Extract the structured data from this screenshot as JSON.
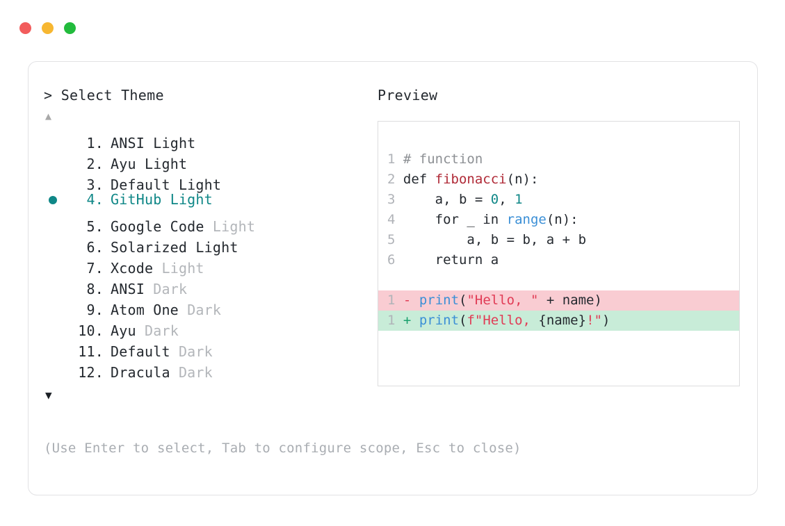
{
  "window": {
    "traffic_lights": [
      {
        "name": "close-dot",
        "color": "#f25c5c"
      },
      {
        "name": "minimize-dot",
        "color": "#f7b731"
      },
      {
        "name": "maximize-dot",
        "color": "#22bb3c"
      }
    ]
  },
  "colors": {
    "accent_teal": "#0f8787",
    "text": "#24292f",
    "muted": "#b3b6ba",
    "hint": "#a9adb2",
    "border": "#e2e2e4",
    "preview_border": "#dcdcde",
    "diff_del_bg": "#f9ccd2",
    "diff_add_bg": "#c8ecd8"
  },
  "left": {
    "prompt_symbol": ">",
    "prompt_label": "Select Theme",
    "scroll_up_icon": "▲",
    "scroll_down_icon": "▼",
    "selected_index": 4,
    "selected_bullet_icon": "●",
    "themes": [
      {
        "num": "1.",
        "name": "ANSI",
        "variant": "Light",
        "variant_muted": false,
        "selected": false
      },
      {
        "num": "2.",
        "name": "Ayu",
        "variant": "Light",
        "variant_muted": false,
        "selected": false
      },
      {
        "num": "3.",
        "name": "Default",
        "variant": "Light",
        "variant_muted": false,
        "selected": false
      },
      {
        "num": "4.",
        "name": "GitHub",
        "variant": "Light",
        "variant_muted": false,
        "selected": true
      },
      {
        "num": "5.",
        "name": "Google Code",
        "variant": "Light",
        "variant_muted": true,
        "selected": false
      },
      {
        "num": "6.",
        "name": "Solarized",
        "variant": "Light",
        "variant_muted": false,
        "selected": false
      },
      {
        "num": "7.",
        "name": "Xcode",
        "variant": "Light",
        "variant_muted": true,
        "selected": false
      },
      {
        "num": "8.",
        "name": "ANSI",
        "variant": "Dark",
        "variant_muted": true,
        "selected": false
      },
      {
        "num": "9.",
        "name": "Atom One",
        "variant": "Dark",
        "variant_muted": true,
        "selected": false
      },
      {
        "num": "10.",
        "name": "Ayu",
        "variant": "Dark",
        "variant_muted": true,
        "selected": false
      },
      {
        "num": "11.",
        "name": "Default",
        "variant": "Dark",
        "variant_muted": true,
        "selected": false
      },
      {
        "num": "12.",
        "name": "Dracula",
        "variant": "Dark",
        "variant_muted": true,
        "selected": false
      }
    ],
    "hint": "(Use Enter to select, Tab to configure scope, Esc to close)"
  },
  "right": {
    "preview_title": "Preview",
    "code_lines": [
      {
        "ln": "1",
        "tokens": [
          {
            "t": "# function",
            "c": "comment"
          }
        ]
      },
      {
        "ln": "2",
        "tokens": [
          {
            "t": "def ",
            "c": "kw"
          },
          {
            "t": "fibonacci",
            "c": "fn"
          },
          {
            "t": "(n):",
            "c": "plain"
          }
        ]
      },
      {
        "ln": "3",
        "tokens": [
          {
            "t": "    a, b = ",
            "c": "plain"
          },
          {
            "t": "0",
            "c": "num"
          },
          {
            "t": ", ",
            "c": "plain"
          },
          {
            "t": "1",
            "c": "num"
          }
        ]
      },
      {
        "ln": "4",
        "tokens": [
          {
            "t": "    for _ in ",
            "c": "plain"
          },
          {
            "t": "range",
            "c": "builtin"
          },
          {
            "t": "(n):",
            "c": "plain"
          }
        ]
      },
      {
        "ln": "5",
        "tokens": [
          {
            "t": "        a, b = b, a + b",
            "c": "plain"
          }
        ]
      },
      {
        "ln": "6",
        "tokens": [
          {
            "t": "    return a",
            "c": "plain"
          }
        ]
      }
    ],
    "diff_lines": [
      {
        "ln": "1",
        "marker": "-",
        "kind": "del",
        "tokens": [
          {
            "t": "print",
            "c": "call"
          },
          {
            "t": "(",
            "c": "brace"
          },
          {
            "t": "\"Hello, \"",
            "c": "str"
          },
          {
            "t": " + name)",
            "c": "plain"
          }
        ]
      },
      {
        "ln": "1",
        "marker": "+",
        "kind": "add",
        "tokens": [
          {
            "t": "print",
            "c": "call"
          },
          {
            "t": "(",
            "c": "brace"
          },
          {
            "t": "f\"Hello, ",
            "c": "str"
          },
          {
            "t": "{name}",
            "c": "plain"
          },
          {
            "t": "!\"",
            "c": "str"
          },
          {
            "t": ")",
            "c": "brace"
          }
        ]
      }
    ]
  }
}
